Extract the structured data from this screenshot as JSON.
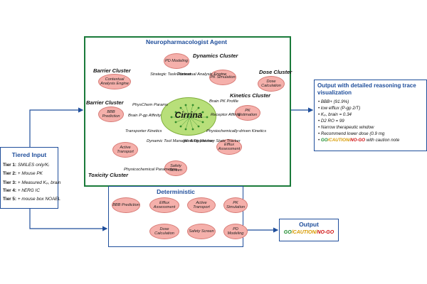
{
  "agent": {
    "title": "Neuropharmacologist Agent",
    "center_label": "Cirrina",
    "clusters": {
      "dynamics": "Dynamics Cluster",
      "barrier1": "Barrier Cluster",
      "barrier2": "Barrier Cluster",
      "dose": "Dose Cluster",
      "kinetics": "Kinetics Cluster",
      "toxicity": "Toxicity Cluster"
    },
    "nodes": {
      "pd_modeling": "PD Modeling",
      "pk_simulation": "PK Simulation",
      "dose_calculation": "Dose Calculation",
      "pk_estimation": "PK Estimation",
      "efflux_assessment": "Efflux Assessment",
      "safety_screen": "Safety Screen",
      "active_transport": "Active Transport",
      "bbb_prediction": "BBB Prediction",
      "contextual_analysis": "Contextual Analysis Engine"
    },
    "edge_labels": {
      "strategic": "Strategic Task Planner",
      "contextual": "Contextual Analysis Engine",
      "physchem": "PhysChem Params",
      "brain_pgp": "Brain P-gp Affinity",
      "transporter": "Transporter Kinetics",
      "brain_pk": "Brain PK Profile",
      "receptor": "Receptor Affinity",
      "physchem_driven": "Physiochemically-driven Kinetics",
      "dynamic_tool": "Dynamic Tool Manager & Dispatcher",
      "working_memory": "Working Memory State Tracker",
      "physicochemical": "Physicochemical Parameters"
    }
  },
  "tiered_input": {
    "title": "Tiered Input",
    "tiers": [
      {
        "label": "Tier 1:",
        "text": "SMILES only/Kᵢ"
      },
      {
        "label": "Tier 2:",
        "text": "+ Mouse PK"
      },
      {
        "label": "Tier 3:",
        "text": "+ Measured Kₚ, brain"
      },
      {
        "label": "Tier 4:",
        "text": "+ hERG IC"
      },
      {
        "label": "Tier 5:",
        "text": "+ mouse box NOAEL"
      }
    ]
  },
  "output_detailed": {
    "title": "Output with detailed reasoning trace visualization",
    "bullets": [
      "BBB+ (91.9%)",
      "low efflux (P-gp 2/T)",
      "Kₚ, brain = 0.34",
      "D2 RO = 99",
      "Narrow therapeutic window",
      "Recommend lower dose (0.9 mg"
    ],
    "verdict_go": "GO",
    "verdict_caution": "/CAUTION/",
    "verdict_nogo": "NO-GO",
    "verdict_note": " with caution note"
  },
  "deterministic": {
    "title": "Deterministic",
    "nodes": {
      "bbb_prediction": "BBB Prediction",
      "efflux_assessment": "Efflux Assessment",
      "active_transport": "Active Transport",
      "pk_simulation": "PK Simulation",
      "dose_calculation": "Dose Calculation",
      "safety_screen": "Safety Screen",
      "pd_modeling": "PD Modeling"
    }
  },
  "output_simple": {
    "title": "Output",
    "verdict_go": "GO",
    "verdict_caution": "/CAUTION/",
    "verdict_nogo": "NO-GO"
  },
  "colors": {
    "blue": "#1f4e9b",
    "green": "#1a7a3a",
    "node_fill": "#f5b0ab",
    "cirrina": "#b8df7a"
  }
}
